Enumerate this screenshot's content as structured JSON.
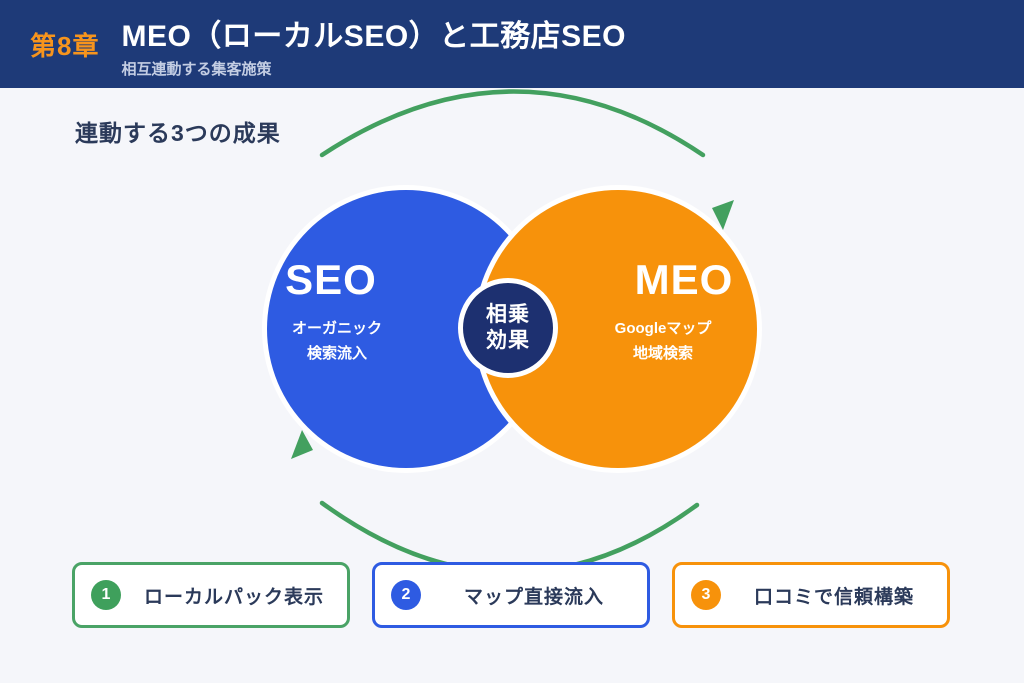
{
  "header": {
    "chapter": "第8章",
    "title": "MEO（ローカルSEO）と工務店SEO",
    "subtitle": "相互連動する集客施策"
  },
  "section_title": "連動する3つの成果",
  "venn": {
    "seo": {
      "name": "SEO",
      "desc_line1": "オーガニック",
      "desc_line2": "検索流入",
      "color": "#2e5be2"
    },
    "meo": {
      "name": "MEO",
      "desc_line1": "Googleマップ",
      "desc_line2": "地域検索",
      "color": "#f7920b"
    },
    "center": {
      "line1": "相乗",
      "line2": "効果",
      "color": "#1d3070"
    }
  },
  "cycle": {
    "arrow_color": "#43a05f",
    "icon": "cycle-arrows-icon"
  },
  "results": [
    {
      "number": "1",
      "label": "ローカルパック表示",
      "color": "#3fa05c"
    },
    {
      "number": "2",
      "label": "マップ直接流入",
      "color": "#2e5be2"
    },
    {
      "number": "3",
      "label": "口コミで信頼構築",
      "color": "#f7920b"
    }
  ],
  "colors": {
    "header_bg": "#1e3a78",
    "chapter_accent": "#f7941d",
    "background": "#f5f6fa",
    "text_dark": "#2b3a5a"
  }
}
